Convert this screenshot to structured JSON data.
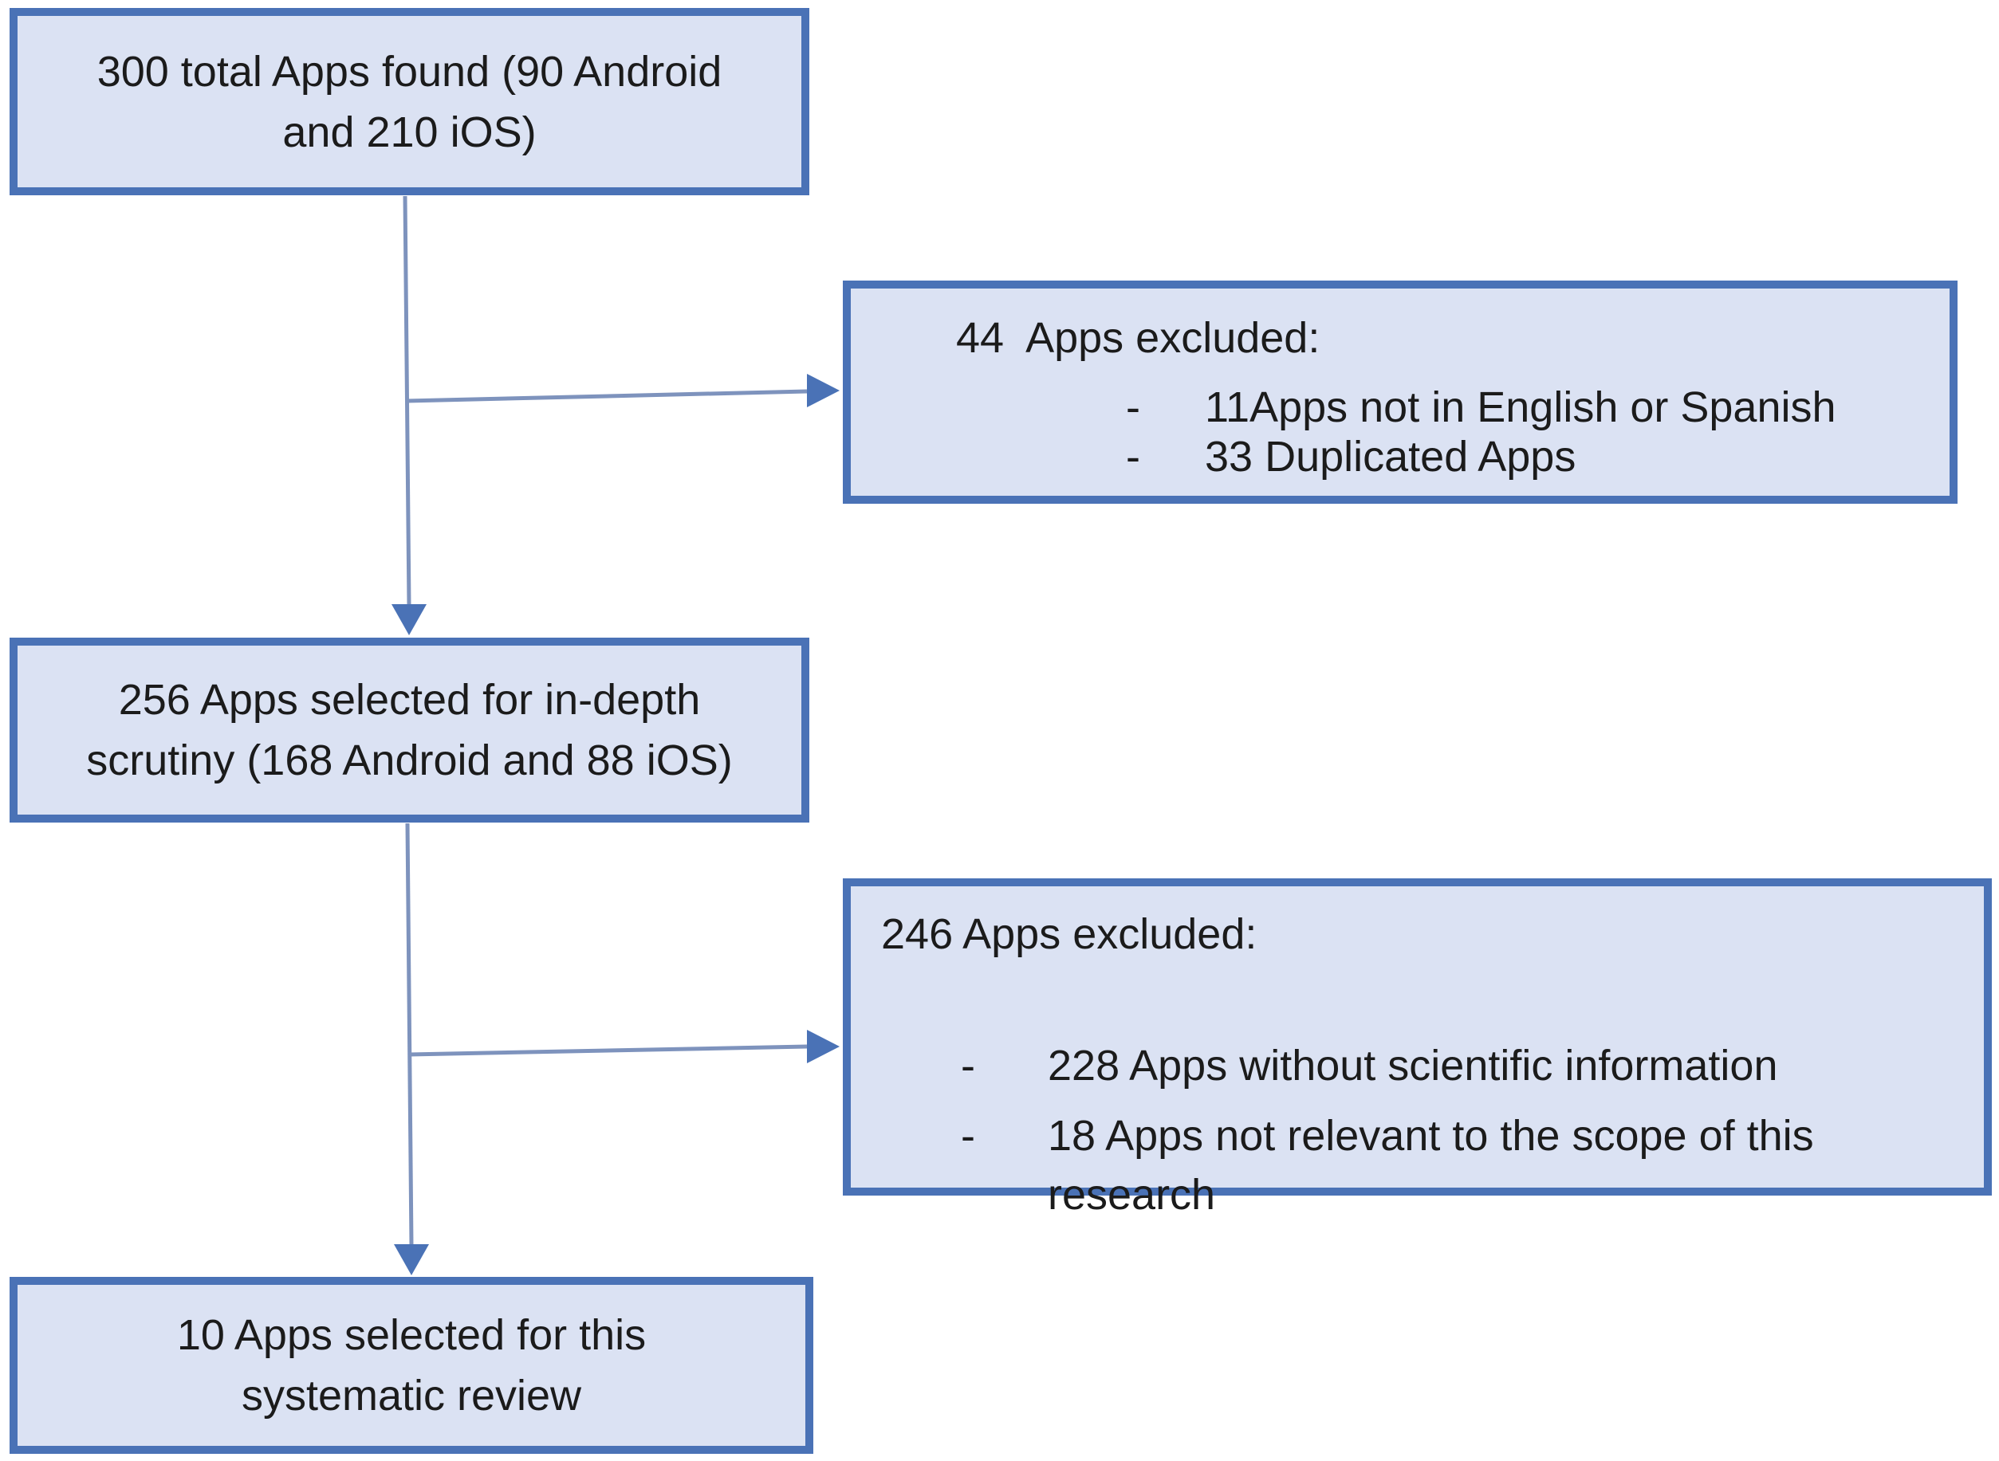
{
  "flowchart": {
    "type": "flow-diagram",
    "bullet_marker": "-",
    "step1": {
      "label": "300 total Apps found (90 Android and 210 iOS)",
      "lines": [
        "300 total Apps found (90 Android",
        "and 210 iOS)"
      ]
    },
    "exclusion1": {
      "heading": "44  Apps excluded:",
      "items": [
        "11Apps not in English or Spanish",
        "33 Duplicated Apps"
      ]
    },
    "step2": {
      "label": "256 Apps selected for in-depth scrutiny (168 Android and 88 iOS)",
      "lines": [
        "256 Apps selected for in-depth",
        "scrutiny (168 Android and 88 iOS)"
      ]
    },
    "exclusion2": {
      "heading": "246 Apps excluded:",
      "items": [
        "228 Apps without scientific information",
        "18 Apps not relevant to the scope of this research"
      ]
    },
    "step3": {
      "label": "10 Apps selected for this systematic review",
      "lines": [
        "10 Apps selected for this",
        "systematic review"
      ]
    }
  },
  "colors": {
    "box_border": "#4a72b6",
    "box_fill": "#dbe2f3",
    "connector": "#7e93bd",
    "arrowhead": "#4a72b6",
    "text": "#1b1b1b"
  }
}
